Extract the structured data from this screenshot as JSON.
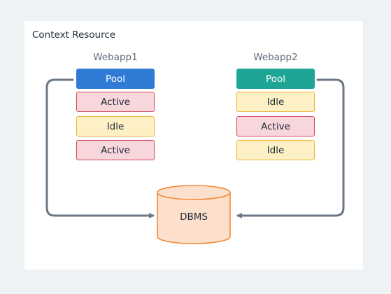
{
  "title": "Context Resource",
  "webapp1": {
    "label": "Webapp1",
    "cells": [
      "Pool",
      "Active",
      "Idle",
      "Active"
    ]
  },
  "webapp2": {
    "label": "Webapp2",
    "cells": [
      "Pool",
      "Idle",
      "Active",
      "Idle"
    ]
  },
  "database": {
    "label": "DBMS"
  },
  "colors": {
    "pool_webapp1": "#2f7bd6",
    "pool_webapp2": "#1ea596",
    "active_fill": "#f7d6dc",
    "active_border": "#d2475c",
    "idle_fill": "#fdf0c4",
    "idle_border": "#eab430",
    "db_fill": "#fce0cc",
    "db_border": "#f08a3a",
    "connector": "#6b7785"
  }
}
